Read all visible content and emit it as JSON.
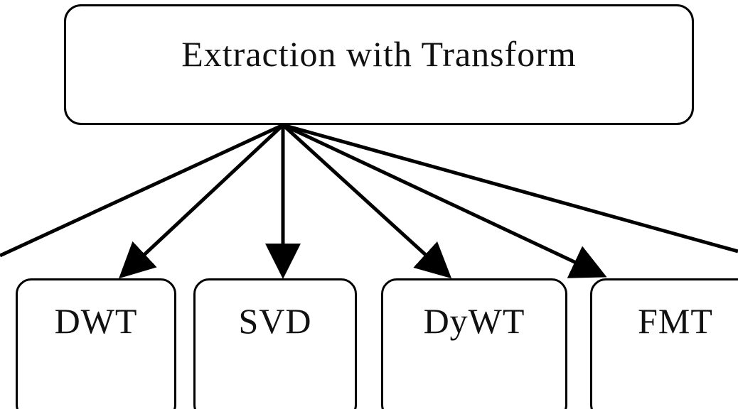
{
  "diagram": {
    "root": {
      "label": "Extraction with Transform"
    },
    "children": [
      {
        "label": "DWT"
      },
      {
        "label": "SVD"
      },
      {
        "label": "DyWT"
      },
      {
        "label": "FMT"
      }
    ],
    "colors": {
      "stroke": "#000000",
      "text": "#111111",
      "background": "#ffffff"
    }
  }
}
